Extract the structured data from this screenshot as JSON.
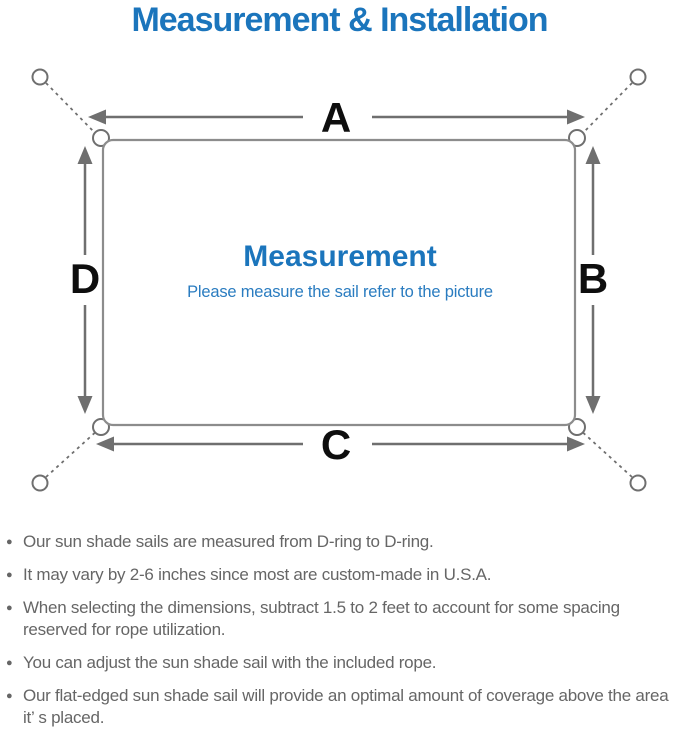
{
  "title": "Measurement & Installation",
  "diagram": {
    "labels": {
      "top": "A",
      "right": "B",
      "bottom": "C",
      "left": "D"
    },
    "center_heading": "Measurement",
    "center_subtitle": "Please measure the sail refer to the picture"
  },
  "notes": [
    "Our sun shade sails are measured from D-ring to D-ring.",
    "It may vary by 2-6 inches since most are custom-made in U.S.A.",
    "When selecting the dimensions, subtract 1.5 to 2 feet to account for some spacing reserved for rope utilization.",
    "You can adjust the sun shade sail with the included rope.",
    "Our flat-edged sun shade sail will provide an optimal amount of coverage above the area it’ s placed."
  ],
  "icons": {
    "bullet": "●"
  },
  "colors": {
    "accent_blue": "#1b75bc",
    "subtitle_blue": "#2a7cc0",
    "line_gray": "#6f6f6f",
    "rect_gray": "#8c8c8c",
    "label_black": "#0e0e0e",
    "note_gray": "#666666"
  }
}
